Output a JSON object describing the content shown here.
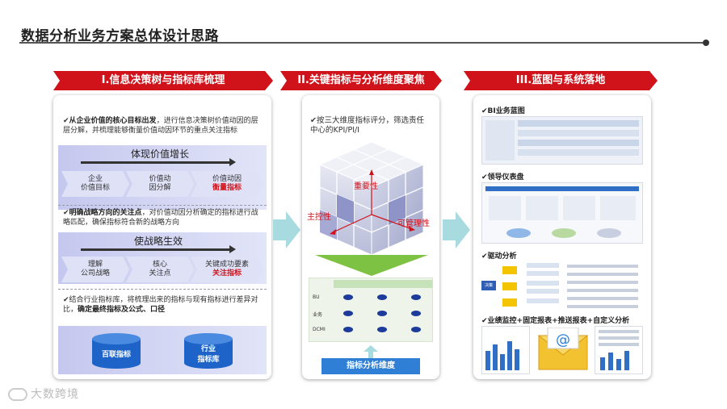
{
  "title": "数据分析业务方案总体设计思路",
  "stages": [
    {
      "label": "I.信息决策树与指标库梳理"
    },
    {
      "label": "II.关键指标与分析维度聚焦"
    },
    {
      "label": "III.蓝图与系统落地"
    }
  ],
  "panel1": {
    "block1": {
      "lead": "从企业价值的核心目标出发",
      "rest": "，进行信息决策树价值动因的层层分解，并梳理能够衡量价值动因环节的重点关注指标",
      "band_title": "体现价值增长",
      "steps": [
        {
          "line1": "企业",
          "line2": "价值目标"
        },
        {
          "line1": "价值动",
          "line2": "因分解"
        },
        {
          "line1": "价值动因",
          "line2": "衡量指标"
        }
      ]
    },
    "block2": {
      "lead": "明确战略方向的关注点",
      "rest": "，对价值动因分析确定的指标进行战略匹配，确保指标符合新的战略方向",
      "band_title": "使战略生效",
      "steps": [
        {
          "line1": "理解",
          "line2": "公司战略"
        },
        {
          "line1": "核心",
          "line2": "关注点"
        },
        {
          "line1": "关键成功要素",
          "line2": "关注指标"
        }
      ]
    },
    "block3": {
      "text_a": "结合行业指标库，将梳理出来的指标与现有指标进行差异对比，",
      "text_b": "确定最终指标及公式、口径",
      "db1": "百联指标",
      "db2_line1": "行业",
      "db2_line2": "指标库"
    }
  },
  "panel2": {
    "text": "按三大维度指标评分，筛选责任中心的KPI/PI/I",
    "axis_important": "重要性",
    "axis_control": "主控性",
    "axis_manage": "可管理性",
    "row_labels": [
      "BU",
      "业务",
      "DCMI"
    ],
    "footer": "指标分析维度"
  },
  "panel3": {
    "sec1": "BI业务蓝图",
    "sec2": "领导仪表盘",
    "sec3": "驱动分析",
    "sec4": "业绩监控+固定报表+推送报表+自定义分析",
    "driver_root": "决策"
  },
  "watermark": "大数跨境",
  "colors": {
    "banner_red": "#d0121b",
    "band_purple": "#c7caef",
    "arrow_teal": "#a8dbe0",
    "db_blue": "#1e64c8",
    "footer_blue": "#2f7fd6"
  }
}
